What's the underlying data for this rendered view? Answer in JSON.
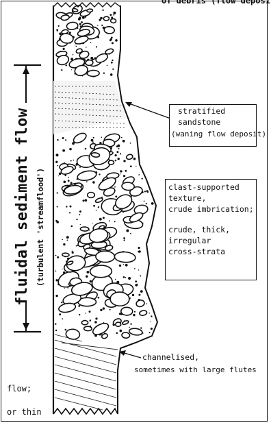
{
  "header_fragment": "of debris (flow deposits",
  "vertical_title": "fluidal sediment flow",
  "vertical_subtitle": "(turbulent 'streamflood')",
  "box1": {
    "lines": [
      "stratified",
      "sandstone",
      "(waning flow deposit)"
    ]
  },
  "box2": {
    "lines": [
      "clast-supported",
      "texture,",
      "crude imbrication;",
      "",
      "crude, thick,",
      "irregular",
      "cross-strata"
    ]
  },
  "channel_note": {
    "lines": [
      "channelised,",
      "sometimes with large flutes"
    ]
  },
  "left_fragments": [
    "flow;",
    "or thin"
  ]
}
